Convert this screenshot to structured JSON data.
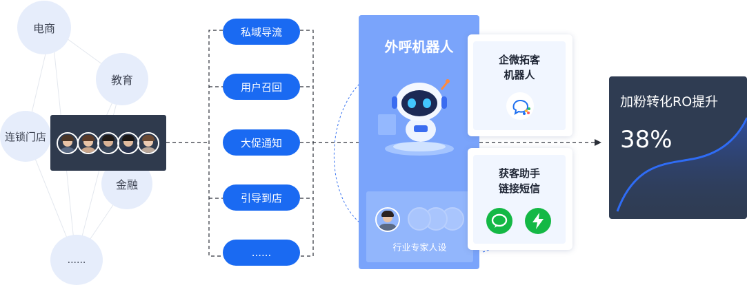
{
  "industries": [
    "电商",
    "教育",
    "连锁门店",
    "金融",
    "......"
  ],
  "channels": [
    "私域导流",
    "用户召回",
    "大促通知",
    "引导到店",
    "......"
  ],
  "robot": {
    "title": "外呼机器人",
    "expert_label": "行业专家人设"
  },
  "cards": [
    {
      "title_line1": "企微拓客",
      "title_line2": "机器人",
      "icon": "wecom-chat-icon"
    },
    {
      "title_line1": "获客助手",
      "title_line2": "链接短信",
      "icons": [
        "wechat-bubble-icon",
        "lightning-sms-icon"
      ]
    }
  ],
  "result": {
    "title": "加粉转化RO提升",
    "value": "38%"
  },
  "colors": {
    "accent_blue": "#1a6af2",
    "bubble_bg": "#e6edfb",
    "dark_panel": "#2f3a4d",
    "robot_panel": "#7aa4fb",
    "green_icon": "#14b845"
  }
}
